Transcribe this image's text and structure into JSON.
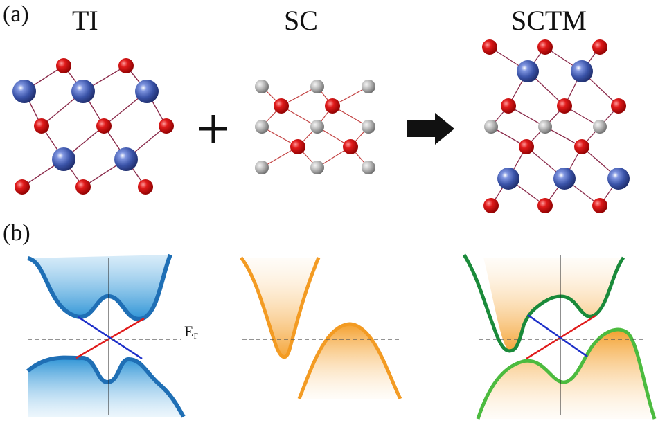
{
  "labels": {
    "panel_a": "(a)",
    "panel_b": "(b)",
    "ti": "TI",
    "sc": "SC",
    "sctm": "SCTM",
    "fermi_main": "E",
    "fermi_sub": "F",
    "plus": "+"
  },
  "colors": {
    "atom_red": "#d40f14",
    "atom_blue": "#3a53a8",
    "atom_gray": "#a3a3a3",
    "bond": "#8a2a4a",
    "ti_band": "#1f6fb5",
    "ti_fill": "#3ea0dc",
    "sc_band": "#f39b23",
    "sctm_band_dark": "#1a8a3a",
    "sctm_band_light": "#4cbb3f",
    "dirac_red": "#e01b1b",
    "dirac_blue": "#1d2fc9",
    "arrow": "#111111"
  }
}
